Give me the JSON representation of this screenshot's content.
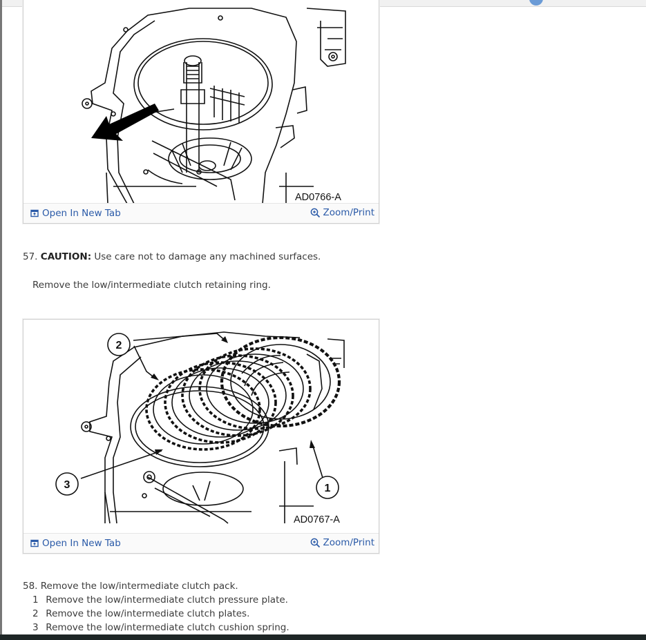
{
  "figures": [
    {
      "figure_id": "AD0766-A",
      "open_tab_label": "Open In New Tab",
      "zoom_label": "Zoom/Print"
    },
    {
      "figure_id": "AD0767-A",
      "open_tab_label": "Open In New Tab",
      "zoom_label": "Zoom/Print",
      "callouts": [
        "1",
        "2",
        "3"
      ]
    }
  ],
  "steps": {
    "s57": {
      "number": "57.",
      "caution_label": "CAUTION:",
      "caution_text": "Use care not to damage any machined surfaces.",
      "instruction": "Remove the low/intermediate clutch retaining ring."
    },
    "s58": {
      "text": "58. Remove the low/intermediate clutch pack.",
      "items": [
        {
          "num": "1",
          "text": "Remove the low/intermediate clutch pressure plate."
        },
        {
          "num": "2",
          "text": "Remove the low/intermediate clutch plates."
        },
        {
          "num": "3",
          "text": "Remove the low/intermediate clutch cushion spring."
        }
      ]
    }
  },
  "colors": {
    "link": "#2a5aa8",
    "text": "#3b3b3b",
    "bottom_bar": "#1e2626"
  }
}
